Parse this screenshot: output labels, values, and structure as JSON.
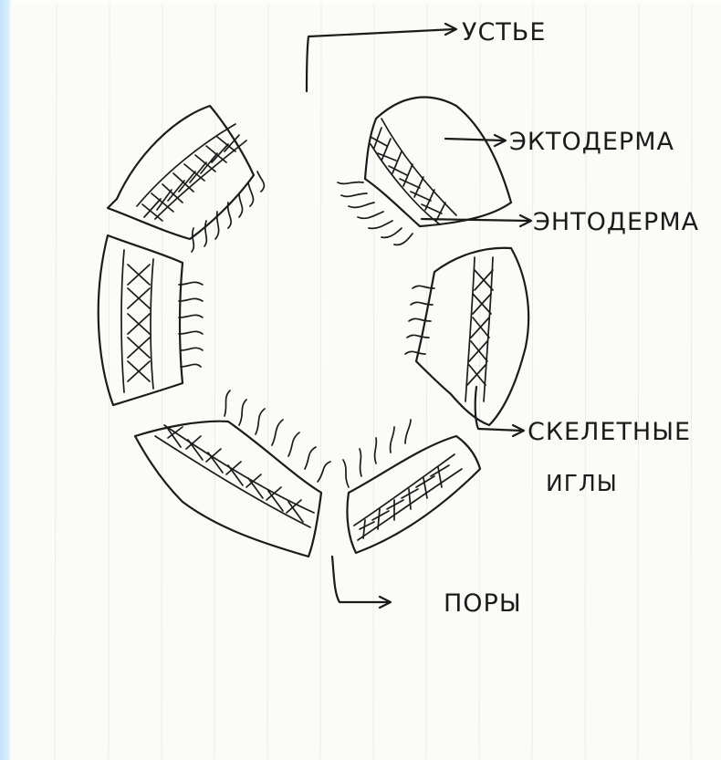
{
  "labels": {
    "mouth": "УСТЬЕ",
    "ectoderm": "ЭКТОДЕРМА",
    "endoderm": "ЭНТОДЕРМА",
    "spicules_line1": "СКЕЛЕТНЫЕ",
    "spicules_line2": "ИГЛЫ",
    "pores": "ПОРЫ"
  },
  "colors": {
    "ink": "#1b1b1b",
    "paper": "#fbfbf8",
    "frame": "#c9e6fb"
  }
}
